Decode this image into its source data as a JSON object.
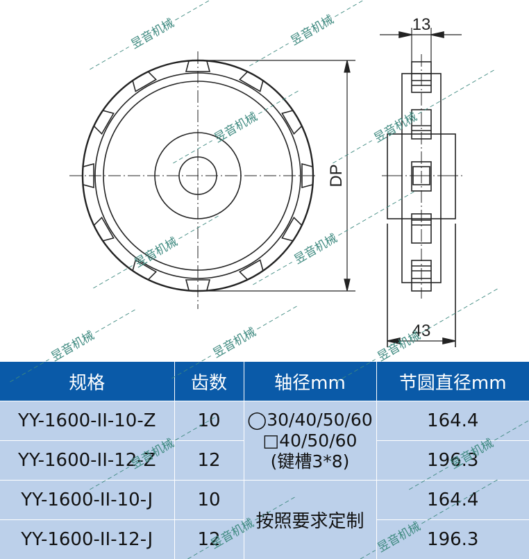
{
  "drawing": {
    "dim_dp_label": "DP",
    "dim_width_label": "13",
    "dim_total_width_label": "43",
    "line_color": "#222222"
  },
  "watermark": {
    "text": "昱音机械",
    "color": "#3f8a80"
  },
  "table": {
    "header_bg": "#0a5aa8",
    "row_bg": "#bcd0ea",
    "headers": [
      "规格",
      "齿数",
      "轴径mm",
      "节圆直径mm"
    ],
    "rows": [
      {
        "spec": "YY-1600-II-10-Z",
        "teeth": "10",
        "pitch_diameter": "164.4"
      },
      {
        "spec": "YY-1600-II-12-Z",
        "teeth": "12",
        "pitch_diameter": "196.3"
      },
      {
        "spec": "YY-1600-II-10-J",
        "teeth": "10",
        "pitch_diameter": "164.4"
      },
      {
        "spec": "YY-1600-II-12-J",
        "teeth": "12",
        "pitch_diameter": "196.3"
      }
    ],
    "shaft_z": {
      "line1": "◯30/40/50/60",
      "line2": "□40/50/60",
      "line3": "(键槽3*8)"
    },
    "shaft_j": "按照要求定制"
  }
}
